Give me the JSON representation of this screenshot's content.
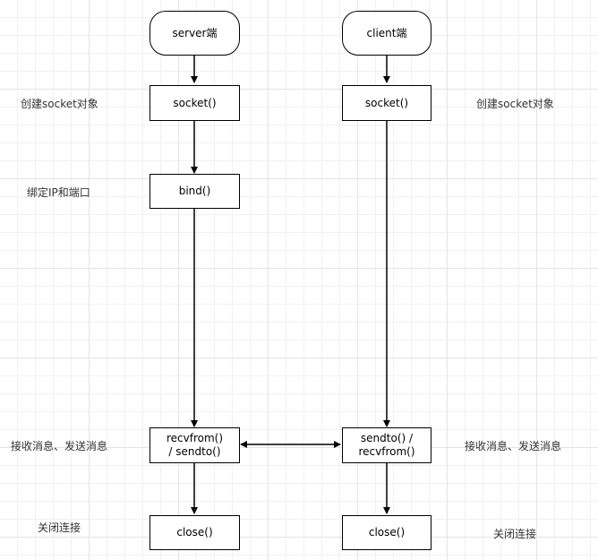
{
  "server": {
    "start": "server端",
    "socket": "socket()",
    "bind": "bind()",
    "exchange": "recvfrom()\n / sendto()",
    "close": "close()"
  },
  "client": {
    "start": "client端",
    "socket": "socket()",
    "exchange": "sendto()  /\nrecvfrom()",
    "close": "close()"
  },
  "labels": {
    "left_create": "创建socket对象",
    "left_bind": "绑定IP和端口",
    "left_exchange": "接收消息、发送消息",
    "left_close": "关闭连接",
    "right_create": "创建socket对象",
    "right_exchange": "接收消息、发送消息",
    "right_close": "关闭连接"
  },
  "colors": {
    "stroke": "#000000",
    "label_text": "#333333",
    "grid": "#e4e4e4"
  }
}
